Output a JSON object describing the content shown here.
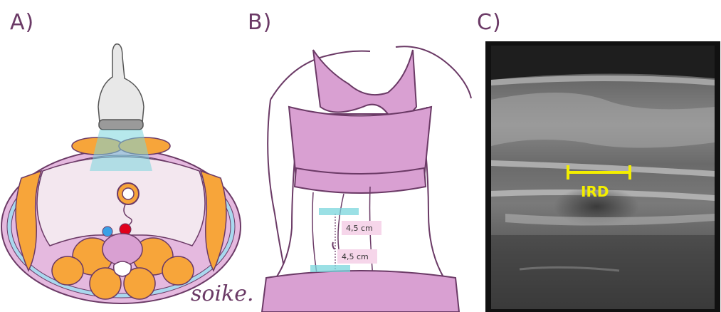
{
  "panels": {
    "a": {
      "letter": "A)",
      "signature": "soike."
    },
    "b": {
      "letter": "B)",
      "measurement_upper": "4,5 cm",
      "measurement_lower": "4,5 cm"
    },
    "c": {
      "letter": "C)",
      "measurement_label": "IRD"
    }
  },
  "colors": {
    "accent_purple": "#6b3a66",
    "pink_fill": "#d9a0d2",
    "muscle_orange": "#f7a53a",
    "probe_beam": "#7ad6dc",
    "marker_yellow": "#f3ee00"
  }
}
